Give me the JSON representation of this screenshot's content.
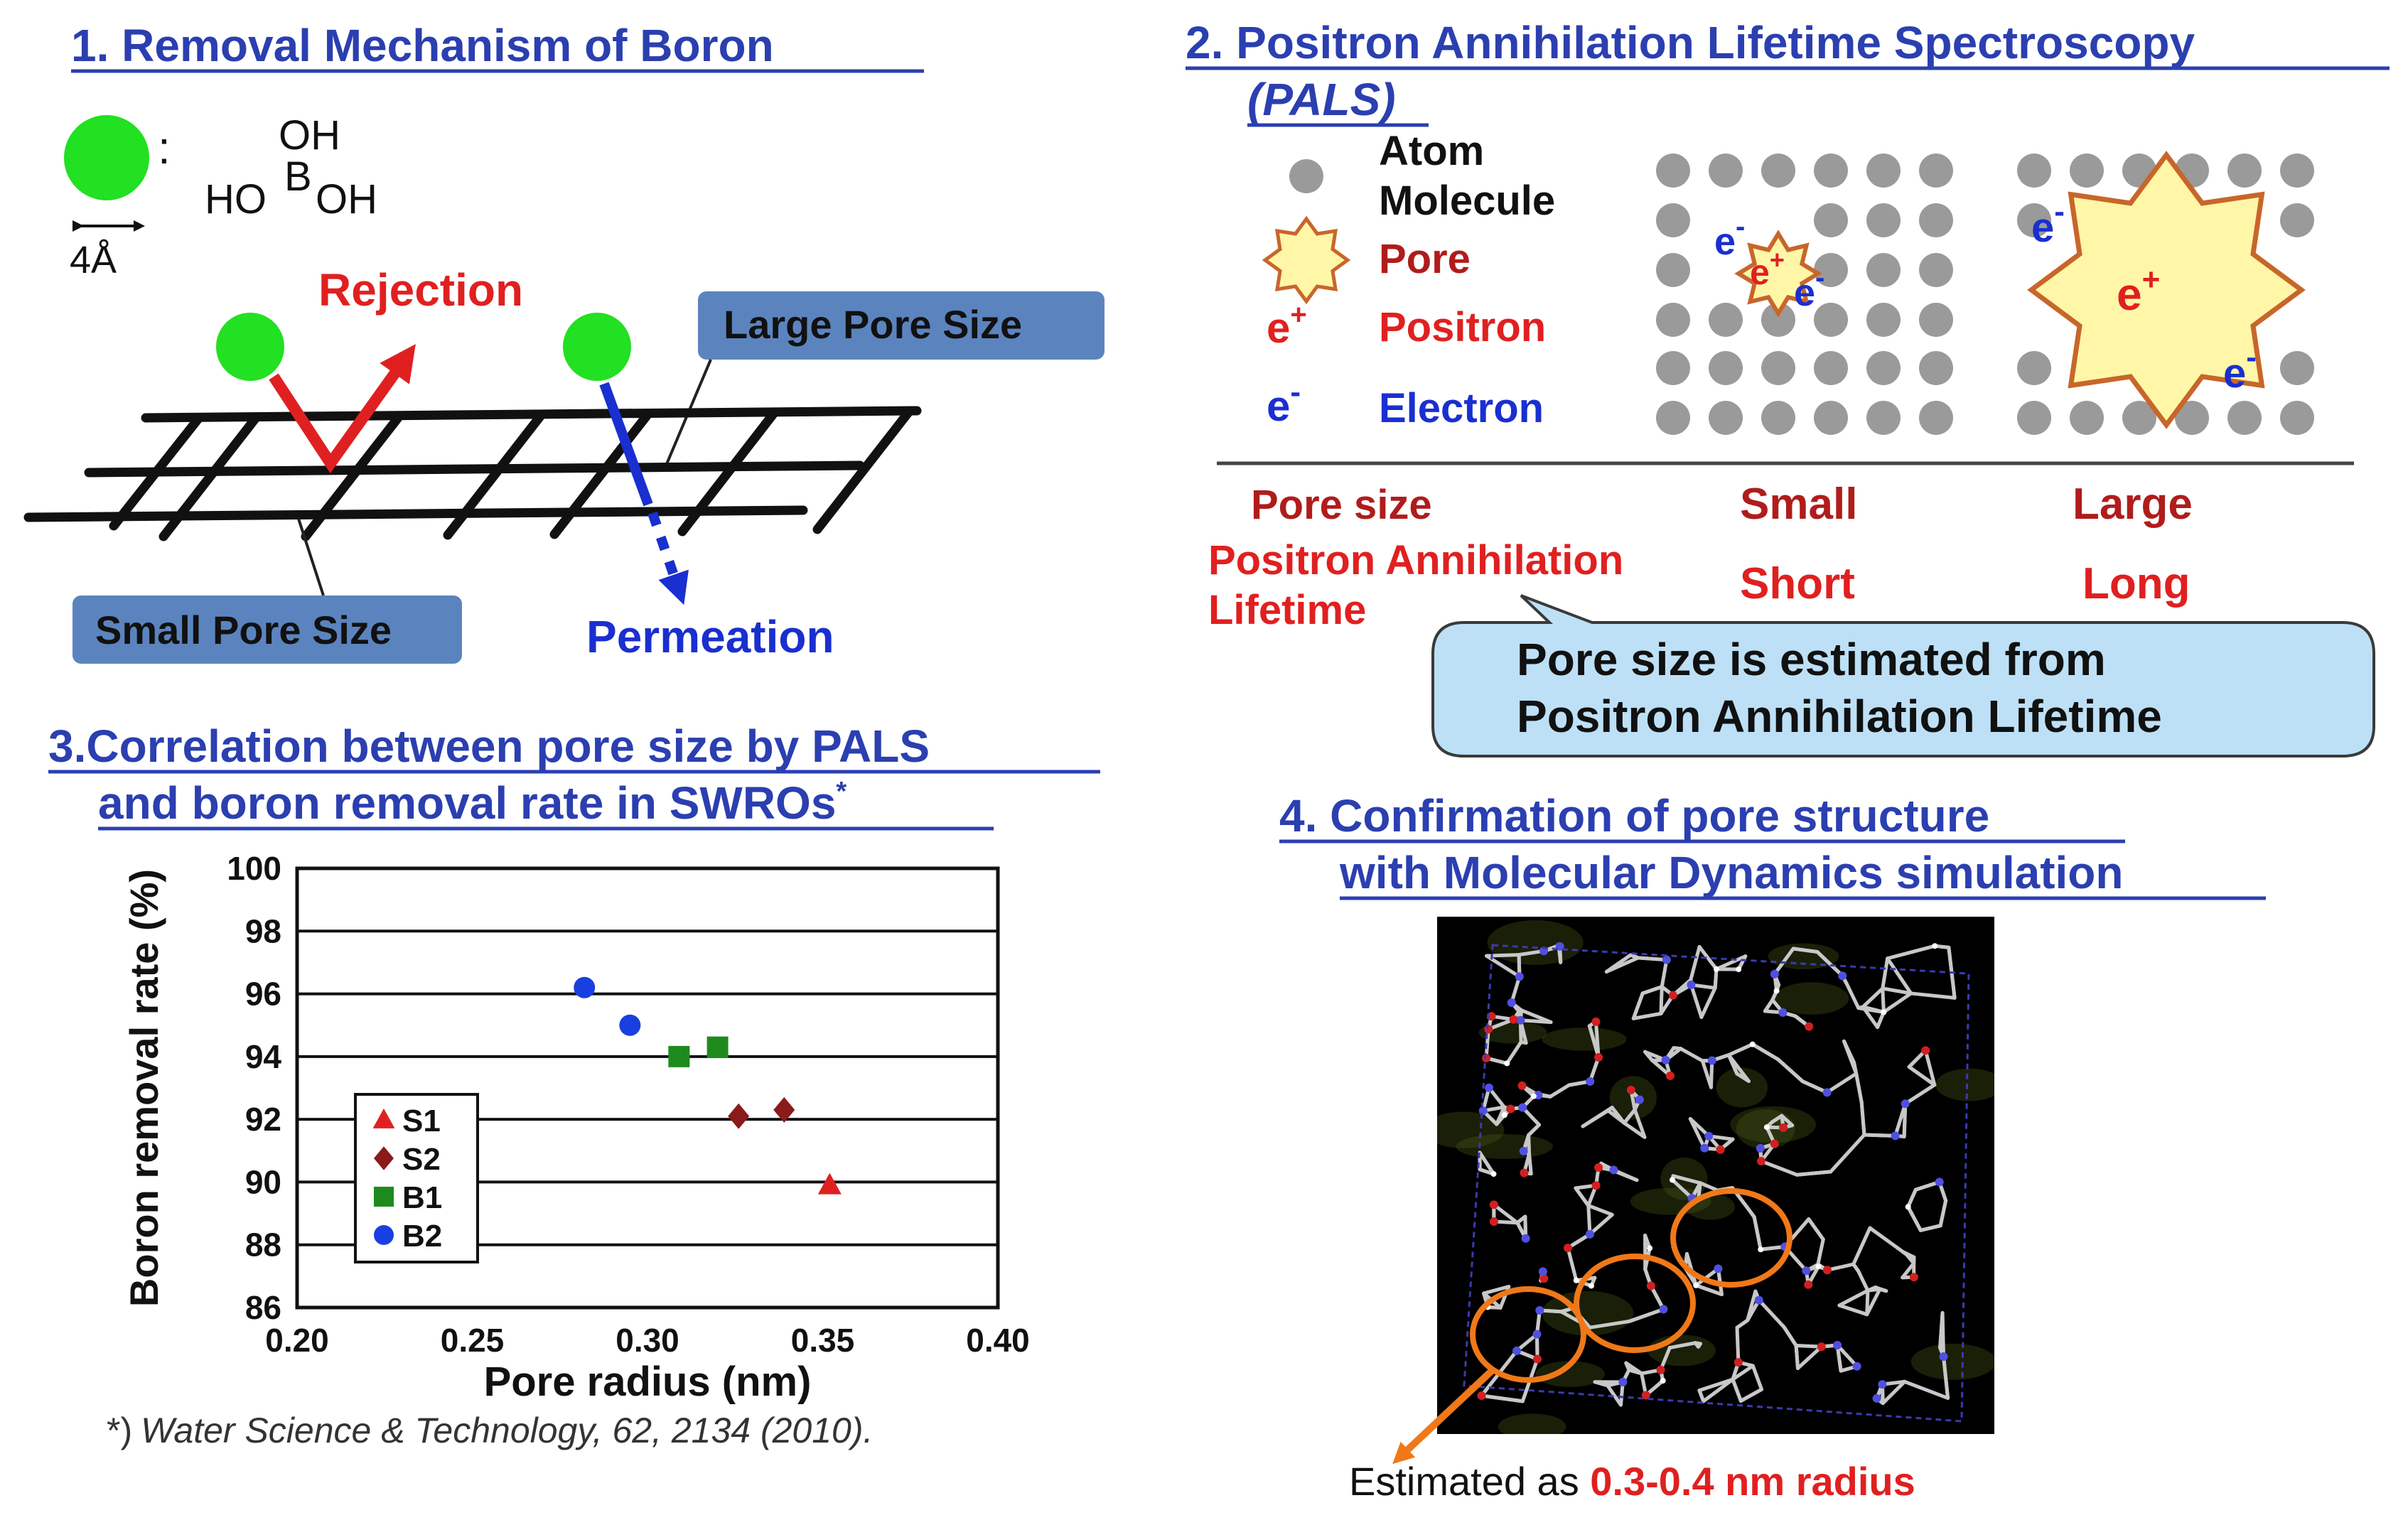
{
  "panel1": {
    "title": "1. Removal Mechanism of Boron",
    "boric_acid": {
      "oh_top": "OH",
      "b": "B",
      "ho": "HO",
      "oh_right": "OH",
      "colon": ":"
    },
    "scale": "4Å",
    "rejection": "Rejection",
    "permeation": "Permeation",
    "large_pore": "Large Pore Size",
    "small_pore": "Small Pore Size"
  },
  "panel2": {
    "title_line1": "2. Positron Annihilation  Lifetime Spectroscopy",
    "title_line2": "(PALS)",
    "legend": {
      "atom": "Atom",
      "molecule": "Molecule",
      "pore": "Pore",
      "positron_sym": "e",
      "positron_sup": "+",
      "positron": "Positron",
      "electron_sym": "e",
      "electron_sup": "-",
      "electron": "Electron"
    },
    "lattice_labels": {
      "e_minus": "e",
      "minus": "-",
      "e_plus": "e",
      "plus": "+"
    },
    "table": {
      "pore_size": "Pore size",
      "lifetime_line1": "Positron Annihilation",
      "lifetime_line2": "Lifetime",
      "small": "Small",
      "large": "Large",
      "short": "Short",
      "long": "Long"
    },
    "callout_line1": "Pore size is estimated from",
    "callout_line2": "Positron Annihilation  Lifetime"
  },
  "panel3": {
    "title_line1": "3.Correlation between pore size by PALS",
    "title_line2": "and boron removal rate in  SWROs",
    "title_mark": "*",
    "citation_mark": "*)",
    "citation": "Water Science & Technology, 62, 2134 (2010)."
  },
  "chart_data": {
    "type": "scatter",
    "xlabel": "Pore radius (nm)",
    "ylabel": "Boron removal rate (%)",
    "xlim": [
      0.2,
      0.4
    ],
    "ylim": [
      86,
      100
    ],
    "xticks": [
      "0.20",
      "0.25",
      "0.30",
      "0.35",
      "0.40"
    ],
    "yticks": [
      "86",
      "88",
      "90",
      "92",
      "94",
      "96",
      "98",
      "100"
    ],
    "grid": "horizontal",
    "legend_position": "lower-left",
    "series": [
      {
        "name": "S1",
        "marker": "triangle",
        "color": "#e02020",
        "points": [
          [
            0.352,
            89.9
          ]
        ]
      },
      {
        "name": "S2",
        "marker": "diamond",
        "color": "#8b1a1a",
        "points": [
          [
            0.326,
            92.1
          ],
          [
            0.339,
            92.3
          ]
        ]
      },
      {
        "name": "B1",
        "marker": "square",
        "color": "#1e8a1e",
        "points": [
          [
            0.309,
            94.0
          ],
          [
            0.32,
            94.3
          ]
        ]
      },
      {
        "name": "B2",
        "marker": "circle",
        "color": "#1a3fe0",
        "points": [
          [
            0.282,
            96.2
          ],
          [
            0.295,
            95.0
          ]
        ]
      }
    ]
  },
  "panel4": {
    "title_line1": "4. Confirmation  of pore structure",
    "title_line2": "with Molecular Dynamics  simulation",
    "estimate_prefix": "Estimated as ",
    "estimate_value": "0.3-0.4 nm radius"
  },
  "colors": {
    "title_blue": "#2b3fb0",
    "green_ball": "#22e022",
    "label_box": "#5b84bf",
    "callout_fill": "#bde0f6",
    "pore_fill": "#fff6a8",
    "pore_stroke": "#c8662a",
    "orange": "#f07818"
  }
}
